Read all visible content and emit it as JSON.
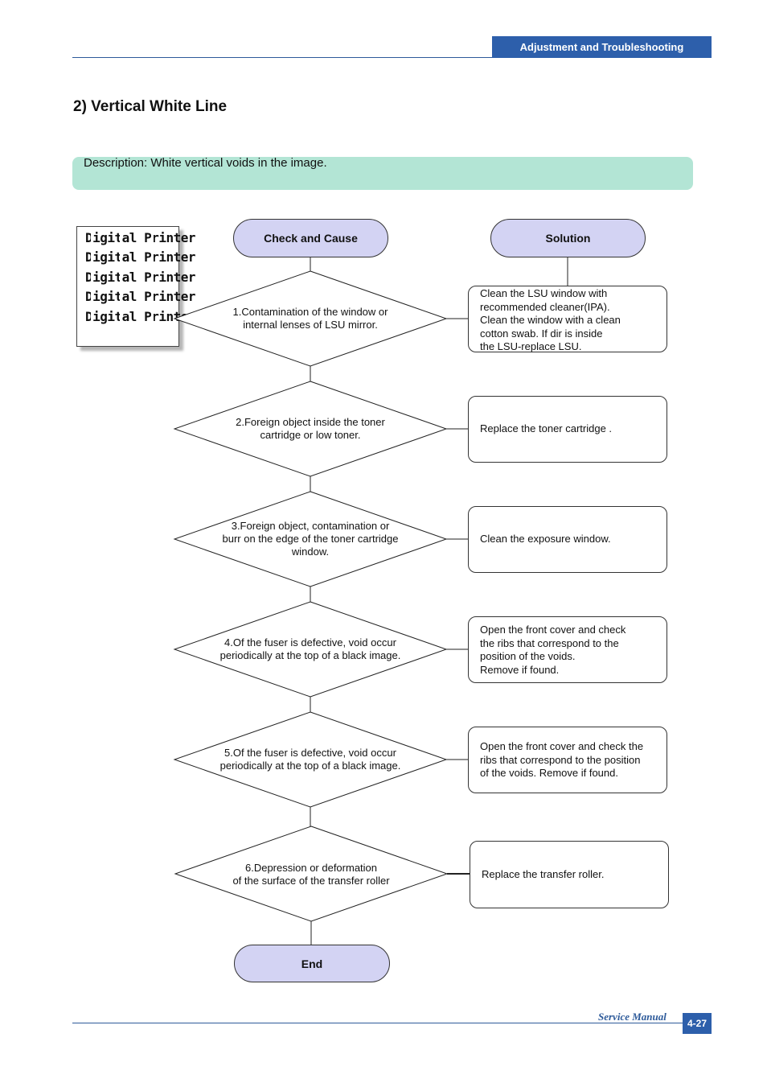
{
  "header": {
    "section_tab": "Adjustment and Troubleshooting"
  },
  "page": {
    "title": "2) Vertical White Line",
    "description": "Description: White vertical voids in the image."
  },
  "sample_print": {
    "lines": [
      "Digital Printer",
      "Digital Printer",
      "Digital Printer",
      "Digital Printer",
      "Digital Printer"
    ]
  },
  "flow": {
    "check_header": "Check and Cause",
    "solution_header": "Solution",
    "end_label": "End",
    "steps": [
      {
        "check": "1.Contamination of the window or\ninternal lenses of LSU mirror.",
        "solution": "Clean the LSU window with\n recommended cleaner(IPA).\n Clean the window with a clean\n cotton swab. If dir is inside\nthe LSU-replace LSU."
      },
      {
        "check": "2.Foreign object inside the toner\ncartridge or low toner.",
        "solution": "Replace the toner cartridge ."
      },
      {
        "check": "3.Foreign object, contamination or\nburr on the edge of the toner cartridge\nwindow.",
        "solution": "Clean the exposure window."
      },
      {
        "check": "4.Of the fuser is defective, void occur\nperiodically at the top of a black image.",
        "solution": "Open the front cover and check\nthe ribs  that correspond to the\n position of the voids.\nRemove if found."
      },
      {
        "check": "5.Of the fuser is defective, void occur\nperiodically at the top of a black image.",
        "solution": "Open the front cover and check the\n ribs that correspond to the position\nof the voids. Remove if found."
      },
      {
        "check": "6.Depression or deformation\nof the surface of the transfer roller",
        "solution": "Replace the transfer roller."
      }
    ]
  },
  "footer": {
    "manual_label": "Service Manual",
    "page_number": "4-27"
  },
  "colors": {
    "brand_blue": "#2d5fab",
    "description_fill": "#b3e5d5",
    "terminal_fill": "#d3d3f3"
  }
}
